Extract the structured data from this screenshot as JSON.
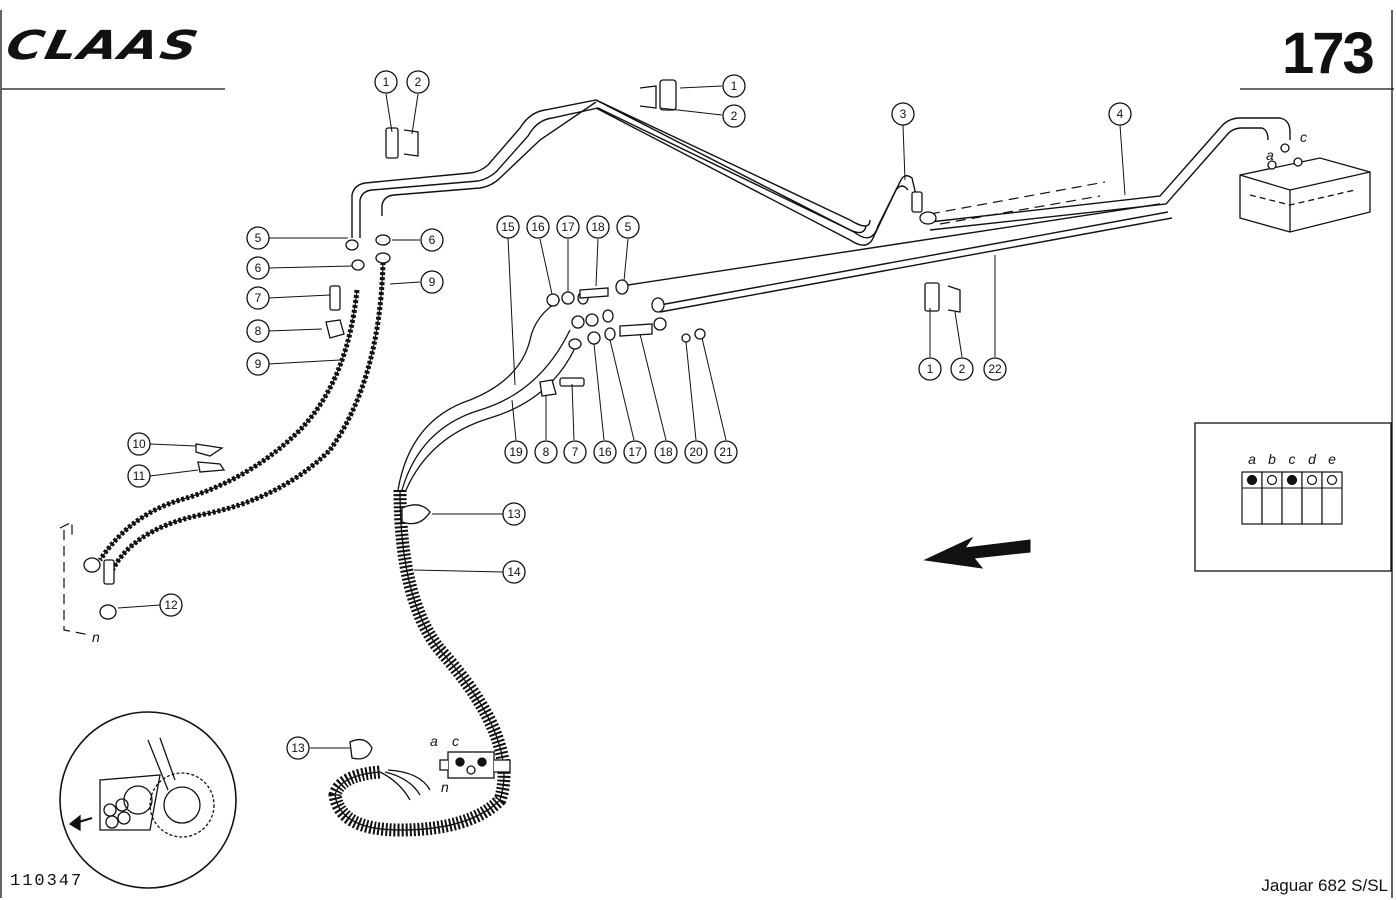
{
  "brand": {
    "logo_text": "CLAAS"
  },
  "page_number": "173",
  "document_code": "110347",
  "model_label": "Jaguar 682 S/SL",
  "callouts": {
    "c1a": "1",
    "c2a": "2",
    "c1b": "1",
    "c2b": "2",
    "c3": "3",
    "c4": "4",
    "c5a": "5",
    "c6a": "6",
    "c6b": "6",
    "c7a": "7",
    "c8a": "8",
    "c9a": "9",
    "c9b": "9",
    "c10": "10",
    "c11": "11",
    "c12": "12",
    "c13a": "13",
    "c14": "14",
    "c13b": "13",
    "c15": "15",
    "c16a": "16",
    "c17a": "17",
    "c18a": "18",
    "c5b": "5",
    "c19": "19",
    "c8b": "8",
    "c7b": "7",
    "c16b": "16",
    "c17b": "17",
    "c18b": "18",
    "c20": "20",
    "c21": "21",
    "c1c": "1",
    "c2c": "2",
    "c22": "22"
  },
  "letters": {
    "a_top": "a",
    "c_top": "c",
    "n_left": "n",
    "a_valve": "a",
    "c_valve": "c",
    "n_valve": "n"
  },
  "variant_table": {
    "columns": [
      "a",
      "b",
      "c",
      "d",
      "e"
    ],
    "filled": [
      true,
      false,
      true,
      false,
      false
    ]
  }
}
